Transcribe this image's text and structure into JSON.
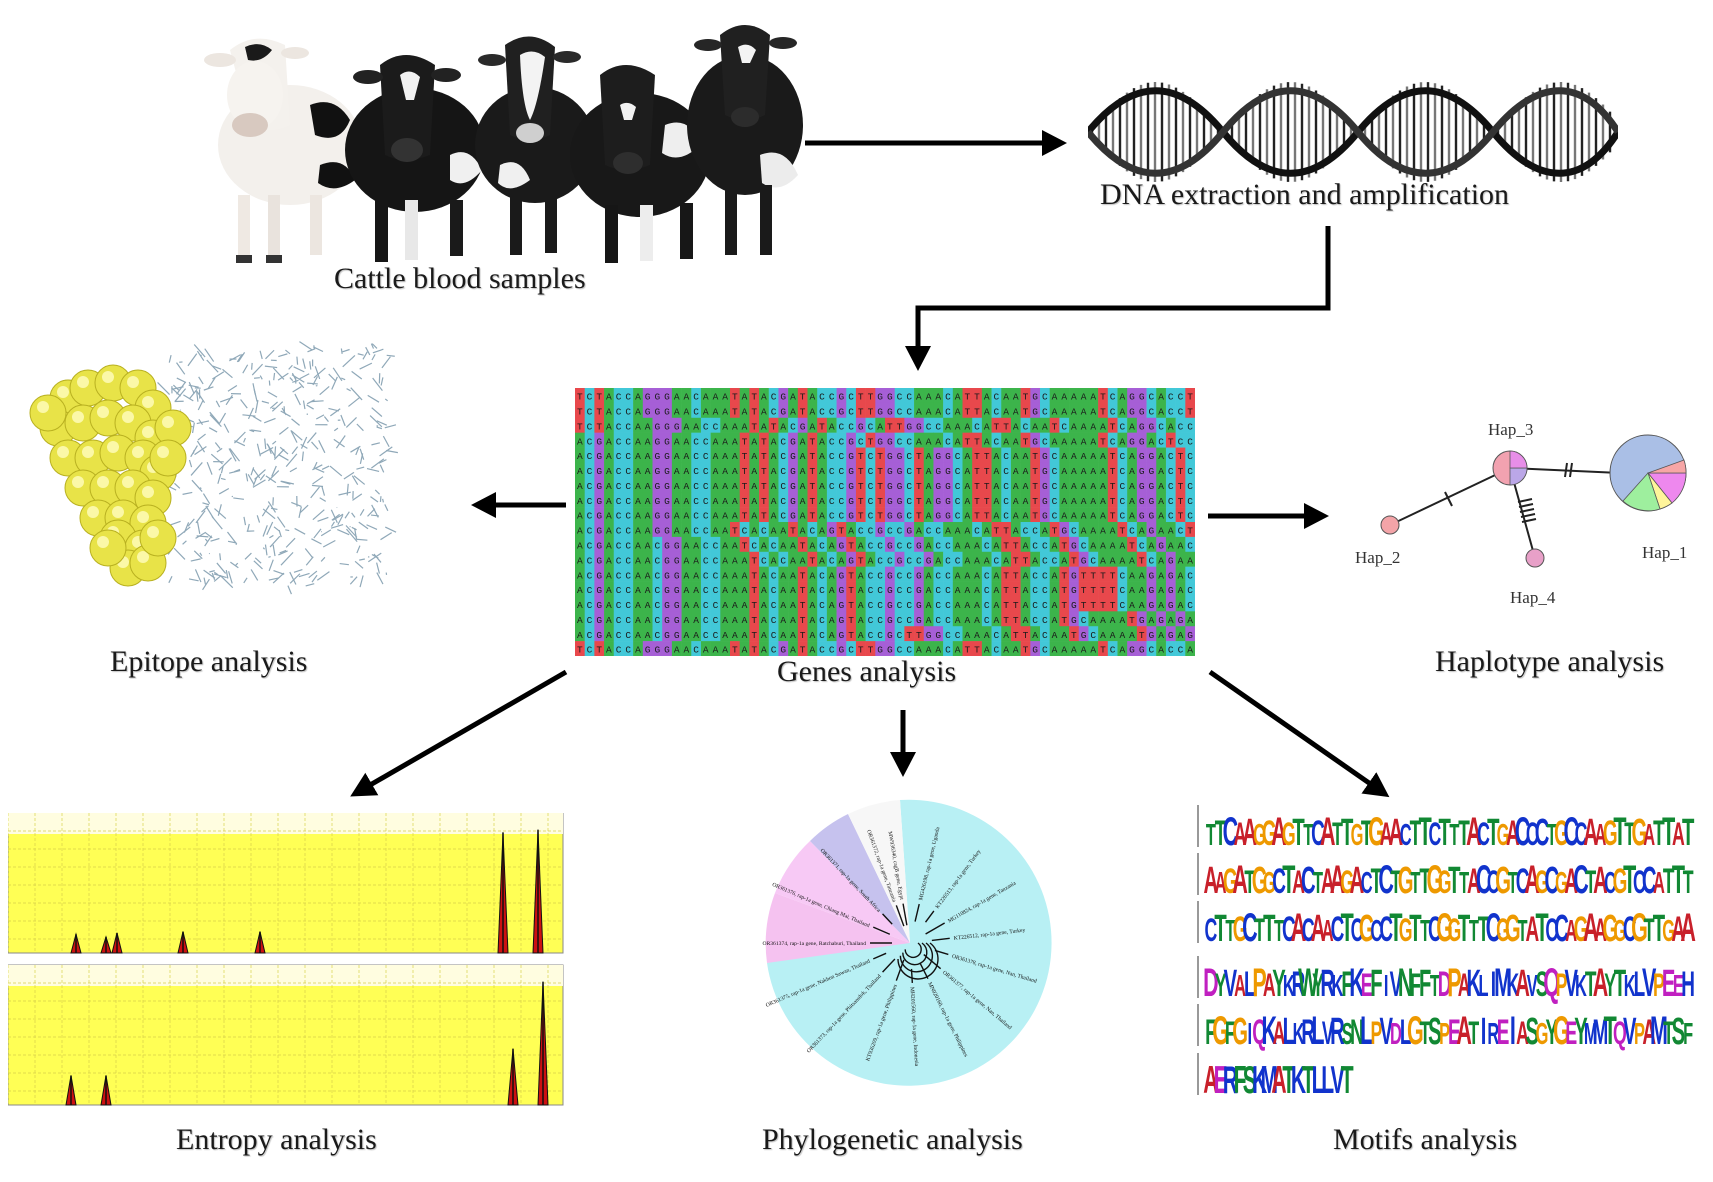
{
  "labels": {
    "cattle": "Cattle blood samples",
    "dna": "DNA extraction and amplification",
    "genes": "Genes analysis",
    "epitope": "Epitope analysis",
    "haplotype": "Haplotype analysis",
    "entropy": "Entropy analysis",
    "phylogenetic": "Phylogenetic analysis",
    "motifs": "Motifs analysis"
  },
  "haplotypes": {
    "hap1": "Hap_1",
    "hap2": "Hap_2",
    "hap3": "Hap_3",
    "hap4": "Hap_4"
  },
  "alignment_rows": [
    "TCTACCAGGGAACAAATATACGATACCGCTTGGCCAAACATTACAATGCAAAAATCAGGCACC",
    "TCTACCAGGGAACAAATATACGATACCGCTTGGCCAAACATTACAATGCAAAAATCAGGCACC",
    "TCTACCAAGGGAACCAAATATACGATACCGCATTGGCCAAACATTACAATCAAAATCAGGCACC",
    "ACGACCAAGGAACCAAATATACGATACCGCTGGCCAAACATTACAATGCAAAAATCAGGACTCC",
    "ACGACCAAGGAACCAAATATACGATACCGTCTGGCTAGGCATTACAATGCAAAAATCAGGACTC",
    "ACGACCAAGGAACCAAATATACGATACCGTCTGGCTAGGCATTACAATGCAAAAATCAGGACTC",
    "ACGACCAAGGAACCAAATATACGATACCGTCTGGCTAGGCATTACAATGCAAAAATCAGGACTC",
    "ACGACCAAGGAACCAAATATACGATACCGTCTGGCTAGGCATTACAATGCAAAAATCAGGACTC",
    "ACGACCAAGGAACCAAATATACGATACCGTCTGGCTAGGCATTACAATGCAAAAATCAGGACTC",
    "ACGACCAAGGAACCAATCACAATACAGTACCGCCGACCAAACATTACCATGCAAAATCAGAACT",
    "ACGACCAACGGAACCAATCACAATACAGTACCGCCGACCAAACATTACCATGCAAAATCAGAAC",
    "ACGACCAACGGAACCAAATCACAATACAGTACCGCCGACCAAACATTACCATGCAAAATCAGAA",
    "ACGACCAACGGAACCAAATACAATACAGTACCGCCGACCAAACATTACCATGTTTTCAAGAGAC",
    "ACGACCAACGGAACCAAATACAATACAGTACCGCCGACCAAACATTACCATGTTTTCAAGAGAC",
    "ACGACCAACGGAACCAAATACAATACAGTACCGCCGACCAAACATTACCATGTTTTCAAGAGAC",
    "ACGACCAACGGAACCAAATACAATACAGTACCGCCGACCAAACATTACCATGCAAAATGAGAGA",
    "ACGACCAACGGAACCAAATACAATACAGTACCGCTTGGCCAAACATTACAATGCAAAATGAGAG",
    "TCTACCAGGGAACAAATATACGATACCGCTTGGCCAAACATTACAATGCAAAAATCAGGCACCA"
  ],
  "motif_rows": [
    "TTCAAGGAGTTCATTGTGAACTTCTTTACTGACCCTGCCAAGTTGATTAT",
    "AAGATGGCTACTAAGACTCTGTTGGTTACCGTCAGCGACTACGTCCATTT",
    "CTTGCTTTCACAACTCGCCTGTTCGGTTTCGGTATCCAGAAGGCGTTGAA",
    "DYVALPAYKRWYRKFKEFIVNFFTDPAKLIMKAVSQPVKTAYTKLVPEEH",
    "FGFGIQKALKRLVRSNLPVDLGTSPEATIREIASGYGEYMMTQVPAMTSF",
    "AERFSKMATKTLLVT"
  ],
  "phylo_leaves": [
    "MW936340, cagB gene, Egypt",
    "MG426198, rap-1a gene, Uganda",
    "KT226513, rap-1a gene, Turkey",
    "MG110824, rap-1a gene, Tanzania",
    "KT226512, rap-1a gene, Turkey",
    "OR361378, rap-1a gene, Nan, Thailand",
    "OR361377, rap-1a gene, Nan, Thailand",
    "MN020160, rap-1a gene, Philippines",
    "MH201560, rap-1a gene, Indonesia",
    "KT936209, rap-1a gene, Philippines",
    "OR361373, rap-1a gene, Phitsanulok, Thailand",
    "OR361375, rap-1a gene, Nakhon Sawan, Thailand",
    "OR361374, rap-1a gene, Ratchaburi, Thailand",
    "OR361376, rap-1a gene, Chiang Mai, Thailand",
    "OR361371, rap-1a gene, South Africa",
    "OR361372, rap-1a gene, Tanzania"
  ],
  "entropy_panels": [
    {
      "peaks": [
        0.14,
        0.12,
        0.15,
        0.16,
        0.16,
        0.9,
        0.92
      ]
    },
    {
      "peaks": [
        0.22,
        0.22,
        0.42,
        0.92
      ]
    }
  ],
  "colors": {
    "A": "#3cb44b",
    "C": "#42c8d8",
    "G": "#a65fd6",
    "T": "#e8484c",
    "entropy_bg": "#ffff55",
    "arrow": "#000000"
  }
}
